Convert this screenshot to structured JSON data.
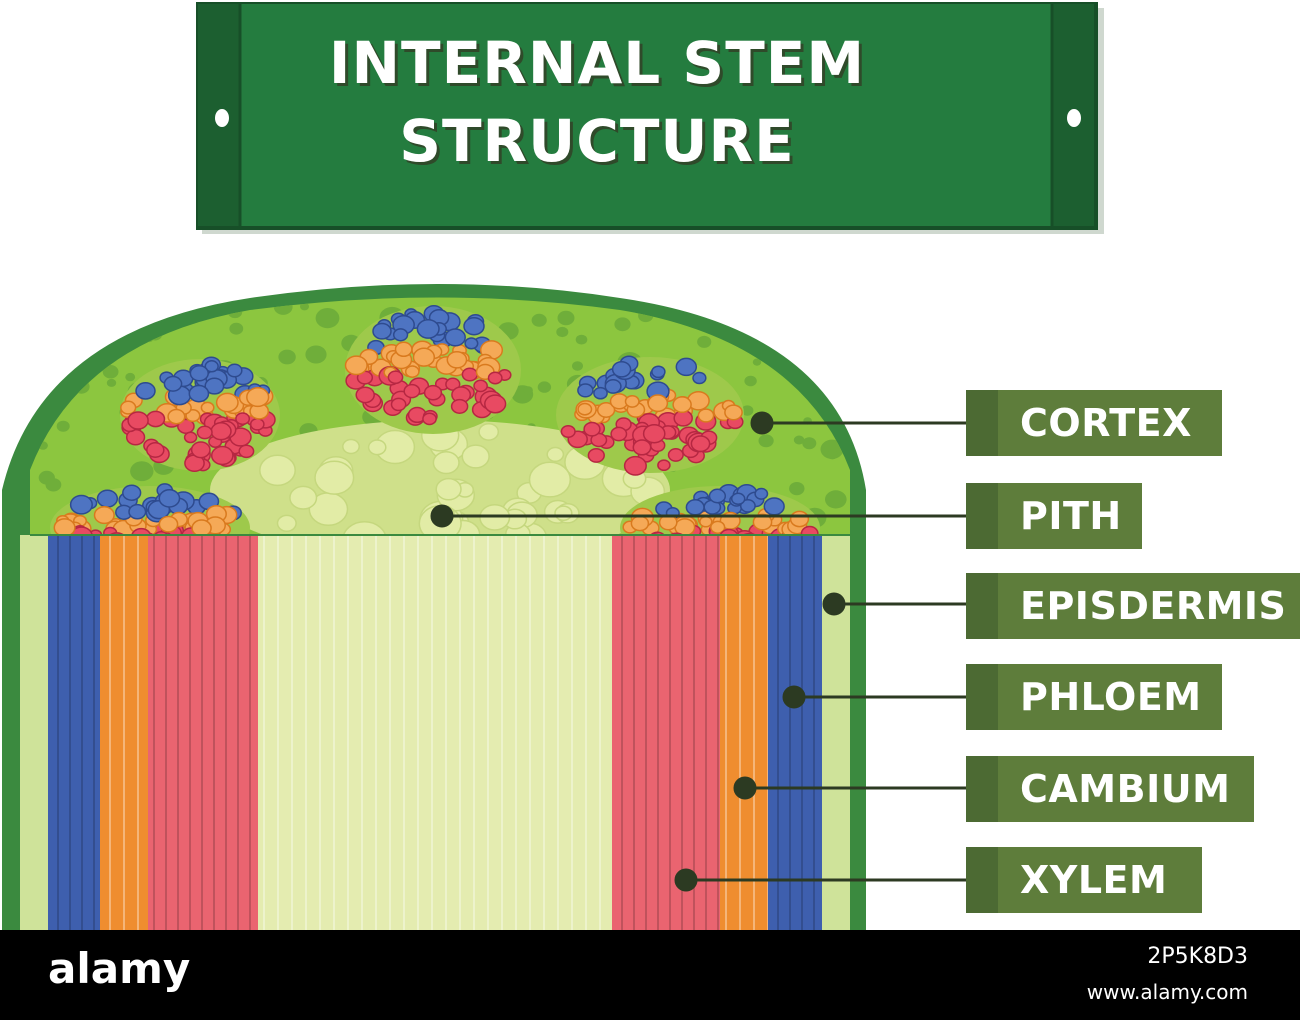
{
  "title": {
    "line1": "INTERNAL STEM",
    "line2": "STRUCTURE"
  },
  "labels": [
    {
      "id": "cortex",
      "text": "CORTEX"
    },
    {
      "id": "pith",
      "text": "PITH"
    },
    {
      "id": "epidermis",
      "text": "EPISDERMIS"
    },
    {
      "id": "phloem",
      "text": "PHLOEM"
    },
    {
      "id": "cambium",
      "text": "CAMBIUM"
    },
    {
      "id": "xylem",
      "text": "XYLEM"
    }
  ],
  "footer": {
    "brand": "alamy",
    "image_id": "2P5K8D3",
    "site": "www.alamy.com"
  },
  "colors": {
    "banner_green": "#247c3f",
    "banner_dark": "#1c5f30",
    "stem_outer": "#3b8a3f",
    "cortex": "#8cc63f",
    "epidermis": "#cfe39a",
    "pith": "#e4ecb0",
    "phloem": "#3e5fae",
    "cambium": "#ef8d2f",
    "xylem": "#ea6470",
    "label_bg": "#5e7d3b",
    "leader": "#2c3a22"
  }
}
